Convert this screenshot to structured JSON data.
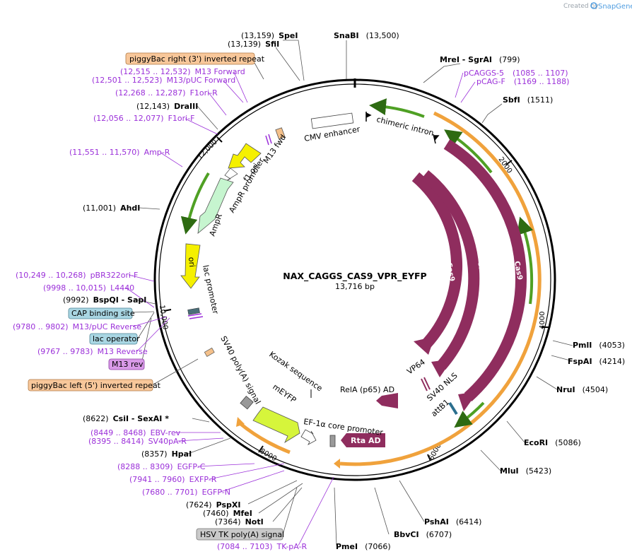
{
  "map": {
    "title": "NAX_CAGGS_CAS9_VPR_EYFP",
    "length": "13,716 bp",
    "total_bp": 13716,
    "credit": {
      "created": "Created by",
      "brand": "SnapGene"
    }
  },
  "colors": {
    "cas9": "#8f2d5e",
    "green": "#4fa024",
    "orange": "#f0a23c",
    "yellow": "#f5f000",
    "purple_label": "#9b30d9",
    "ampr": "#c6f5cf",
    "meyfp": "#d6f53b"
  },
  "ticks": [
    "2000",
    "4000",
    "6000",
    "8000",
    "10,000",
    "12,000"
  ],
  "feature_labels": {
    "cmv": "CMV enhancer",
    "intron": "chimeric intron",
    "cas9a": "Cas9",
    "cas9b": "Cas9",
    "cas9c": "Cas9",
    "vp64": "VP64",
    "sv40nls": "SV40 NLS",
    "attb1": "attB1",
    "rela": "RelA (p65) AD",
    "rta": "Rta AD",
    "ef1a": "EF-1α core promoter",
    "kozak": "Kozak sequence",
    "meyfp": "mEYFP",
    "sv40pa": "SV40 poly(A) signal",
    "ori": "ori",
    "lacprom": "lac promoter",
    "ampr": "AmpR",
    "amprprom": "AmpR promoter",
    "f1ori": "f1 ori",
    "m13fwd": "M13 fwd"
  },
  "site_labels": [
    {
      "id": "spei",
      "pos": "(13,159)",
      "name": "SpeI"
    },
    {
      "id": "sfii",
      "pos": "(13,139)",
      "name": "SfiI"
    },
    {
      "id": "snabi",
      "pos": "(13,500)",
      "name": "SnaBI"
    },
    {
      "id": "mrei",
      "pos": "(799)",
      "name": "MreI  - SgrAI"
    },
    {
      "id": "sbfi",
      "pos": "(1511)",
      "name": "SbfI"
    },
    {
      "id": "pmli",
      "pos": "(4053)",
      "name": "PmlI"
    },
    {
      "id": "fspai",
      "pos": "(4214)",
      "name": "FspAI"
    },
    {
      "id": "nrui",
      "pos": "(4504)",
      "name": "NruI"
    },
    {
      "id": "ecori",
      "pos": "(5086)",
      "name": "EcoRI"
    },
    {
      "id": "mlui",
      "pos": "(5423)",
      "name": "MluI"
    },
    {
      "id": "pshai",
      "pos": "(6414)",
      "name": "PshAI"
    },
    {
      "id": "bbvci",
      "pos": "(6707)",
      "name": "BbvCI"
    },
    {
      "id": "pmei",
      "pos": "(7066)",
      "name": "PmeI"
    },
    {
      "id": "noti",
      "pos": "(7364)",
      "name": "NotI"
    },
    {
      "id": "mfei",
      "pos": "(7460)",
      "name": "MfeI"
    },
    {
      "id": "pspxi",
      "pos": "(7624)",
      "name": "PspXI"
    },
    {
      "id": "hpai",
      "pos": "(8357)",
      "name": "HpaI"
    },
    {
      "id": "csii",
      "pos": "(8622)",
      "name": "CsiI  - SexAI *"
    },
    {
      "id": "bspqi",
      "pos": "(9992)",
      "name": "BspQI  - SapI"
    },
    {
      "id": "ahdi",
      "pos": "(11,001)",
      "name": "AhdI"
    },
    {
      "id": "draiii",
      "pos": "(12,143)",
      "name": "DraIII"
    }
  ],
  "primer_labels": [
    {
      "id": "pcaggs5",
      "pos": "(1085 .. 1107)",
      "name": "pCAGGS-5"
    },
    {
      "id": "pcagf",
      "pos": "(1169 .. 1188)",
      "name": "pCAG-F"
    },
    {
      "id": "m13f",
      "pos": "(12,515 .. 12,532)",
      "name": "M13 Forward"
    },
    {
      "id": "m13puc",
      "pos": "(12,501 .. 12,523)",
      "name": "M13/pUC Forward"
    },
    {
      "id": "f1orir",
      "pos": "(12,268 .. 12,287)",
      "name": "F1ori-R"
    },
    {
      "id": "f1orif",
      "pos": "(12,056 .. 12,077)",
      "name": "F1ori-F"
    },
    {
      "id": "ampr_p",
      "pos": "(11,551 .. 11,570)",
      "name": "Amp-R"
    },
    {
      "id": "pbr",
      "pos": "(10,249 .. 10,268)",
      "name": "pBR322ori-F"
    },
    {
      "id": "l4440",
      "pos": "(9998 .. 10,015)",
      "name": "L4440"
    },
    {
      "id": "m13pucrev",
      "pos": "(9780 .. 9802)",
      "name": "M13/pUC Reverse"
    },
    {
      "id": "m13rev_p",
      "pos": "(9767 .. 9783)",
      "name": "M13 Reverse"
    },
    {
      "id": "ebvrev",
      "pos": "(8449 .. 8468)",
      "name": "EBV-rev"
    },
    {
      "id": "sv40par",
      "pos": "(8395 .. 8414)",
      "name": "SV40pA-R"
    },
    {
      "id": "egfpc",
      "pos": "(8288 .. 8309)",
      "name": "EGFP-C"
    },
    {
      "id": "exfpr",
      "pos": "(7941 .. 7960)",
      "name": "EXFP-R"
    },
    {
      "id": "egfpn",
      "pos": "(7680 .. 7701)",
      "name": "EGFP-N"
    },
    {
      "id": "tkpar",
      "pos": "(7084 .. 7103)",
      "name": "TK-pA-R"
    }
  ],
  "box_labels": {
    "pb_right": "piggyBac right (3') inverted repeat",
    "cap": "CAP binding site",
    "lacop": "lac operator",
    "m13rev": "M13 rev",
    "pb_left": "piggyBac left (5') inverted repeat",
    "hsvtk": "HSV TK poly(A) signal"
  }
}
